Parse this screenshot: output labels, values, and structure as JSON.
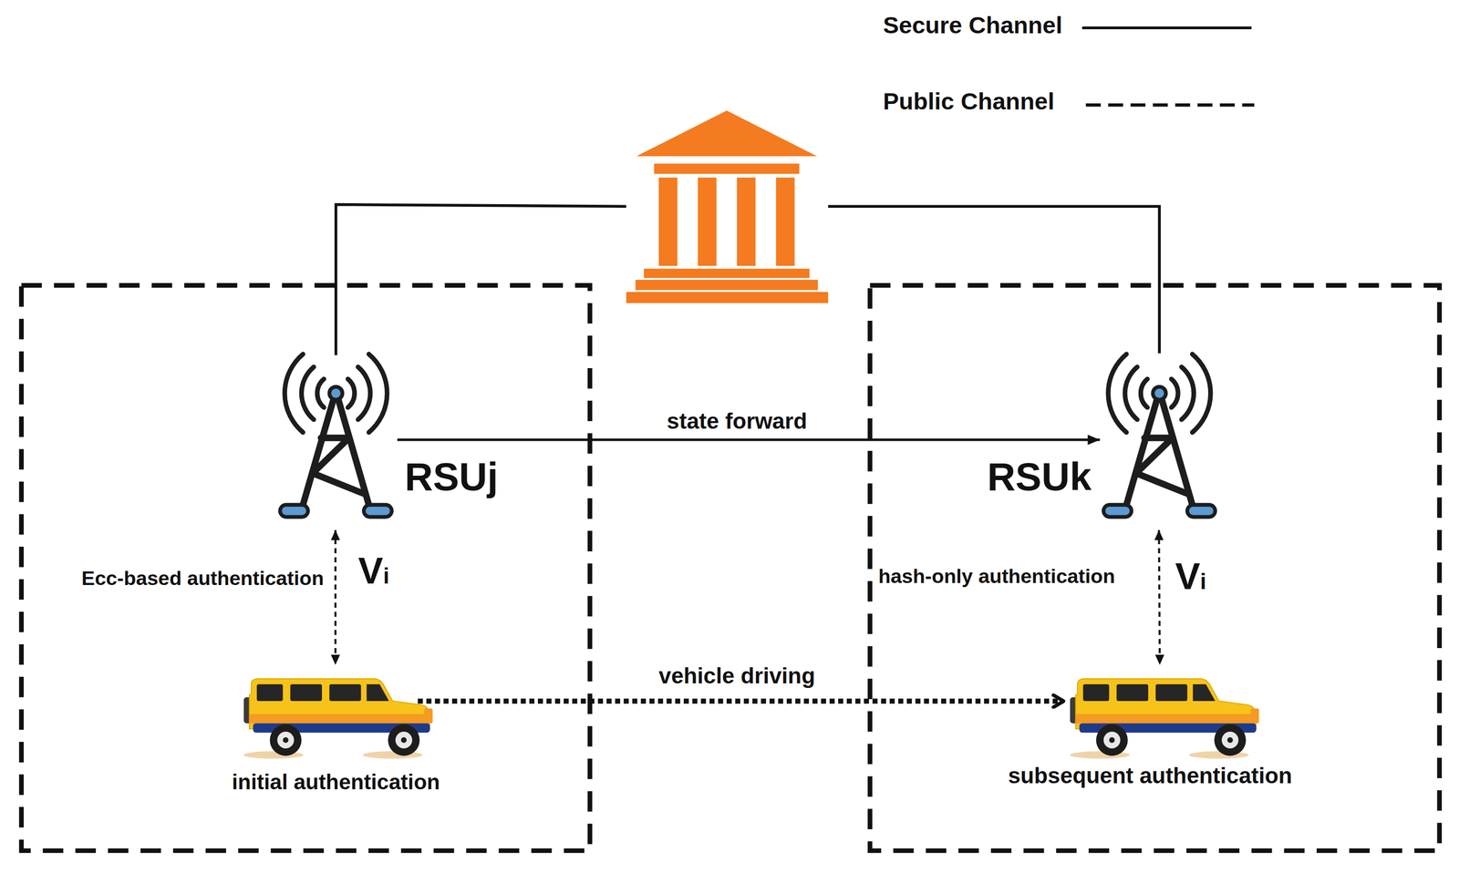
{
  "diagram": {
    "nodes": [
      {
        "text": [
          "RSUj"
        ]
      },
      {
        "text": [
          "initial authentication"
        ]
      },
      {
        "text": [
          "RSUk"
        ]
      },
      {
        "text": [
          "subsequent authentication"
        ]
      }
    ],
    "edges": [
      {
        "from": 0,
        "to": 2,
        "arrow": "to",
        "label": "state forward"
      },
      {
        "from": 0,
        "to": 1,
        "arrow": "both",
        "label": "Ecc-based authentication"
      },
      {
        "from": 2,
        "to": 3,
        "arrow": "both",
        "label": "hash-only authentication"
      },
      {
        "from": 1,
        "to": 3,
        "arrow": "to",
        "label": "vehicle driving"
      }
    ],
    "labels": [
      "Vi",
      "Vi"
    ],
    "legend": [
      {
        "text": "Secure Channel"
      },
      {
        "text": "Public Channel"
      }
    ]
  }
}
